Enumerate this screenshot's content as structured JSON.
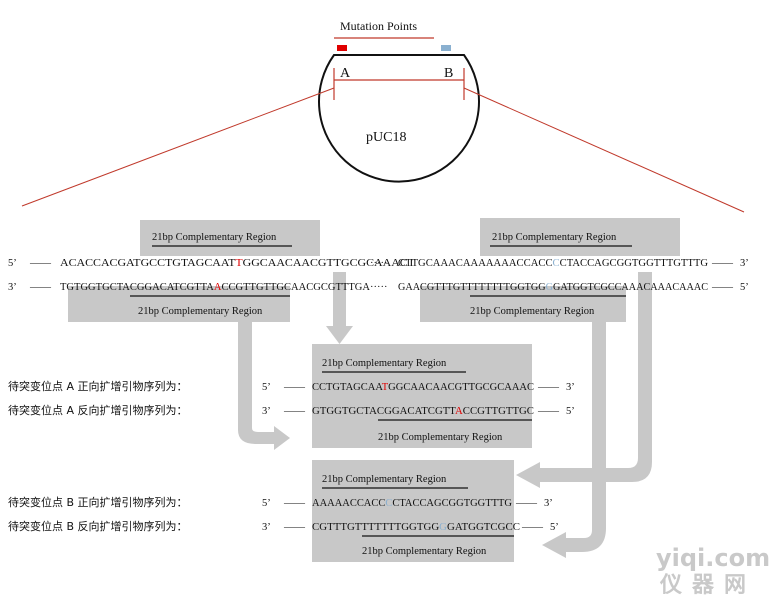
{
  "plasmid": {
    "title": "Mutation Points",
    "name": "pUC18",
    "site_a": "A",
    "site_b": "B",
    "colors": {
      "mut_a": "#e00000",
      "mut_b": "#8ab0d0",
      "bracket": "#c0392b"
    }
  },
  "region_label": "21bp Complementary Region",
  "strand_top": {
    "p5": "5’",
    "p3": "3’",
    "dash": "——",
    "left_a": "ACACCACGATG",
    "left_b": "CCTGTAGCAAT",
    "left_mut": "T",
    "left_c": "GGCAACAACGTTGCGCAAACT",
    "dots": "·····",
    "right_a": "CTTGCAAACAA",
    "right_b": "AAAAACCACC",
    "right_mut": "C",
    "right_c": "CTACCAGCGGTGGTTTGTTTG"
  },
  "strand_bottom": {
    "p3": "3’",
    "p5": "5’",
    "dash": "——",
    "left_a": "TGTGGTGCTACG",
    "left_b": "GACATCGTTA",
    "left_mut": "A",
    "left_c": "CCGTTGTTGCAACGCGTTTGA",
    "dots": "·····",
    "right_a": "GAACGTTTGTTT",
    "right_b": "TTTTTGGTGG",
    "right_mut": "G",
    "right_c": "GATGGTCGCCAAACAAACAAAC"
  },
  "primers": {
    "a_forward_label": "待突变位点 A 正向扩增引物序列为：",
    "a_reverse_label": "待突变位点 A 反向扩增引物序列为：",
    "b_forward_label": "待突变位点 B 正向扩增引物序列为：",
    "b_reverse_label": "待突变位点 B 反向扩增引物序列为：",
    "a_fwd": {
      "pre": "CCTGTAGCAA",
      "mut": "T",
      "post": "GGCAACAACGTTGCGCAAAC"
    },
    "a_rev": {
      "pre": "GTGGTGCTACGGACATCGTT",
      "mut": "A",
      "post": "CCGTTGTTGC"
    },
    "b_fwd": {
      "pre": "AAAAACCACC",
      "mut": "C",
      "post": "CTACCAGCGGTGGTTTG"
    },
    "b_rev": {
      "pre": "CGTTTGTTTTTTTGGTGG",
      "mut": "G",
      "post": "GATGGTCGCC"
    }
  },
  "watermark": {
    "site": "yiqi.com",
    "cn": "仪器网"
  }
}
